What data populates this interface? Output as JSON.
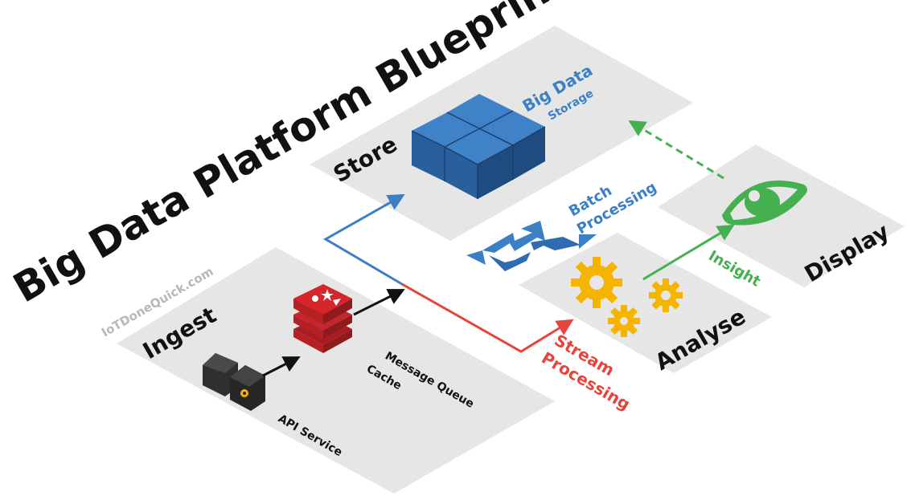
{
  "title": "Big Data Platform Blueprint",
  "watermark": "IoTDoneQuick.com",
  "zones": {
    "ingest": "Ingest",
    "store": "Store",
    "analyse": "Analyse",
    "display": "Display"
  },
  "components": {
    "api_service": "API Service",
    "message_queue_line1": "Message Queue",
    "message_queue_line2": "Cache",
    "big_data_line1": "Big Data",
    "big_data_line2": "Storage"
  },
  "flows": {
    "batch_line1": "Batch",
    "batch_line2": "Processing",
    "stream_line1": "Stream",
    "stream_line2": "Processing",
    "insight": "Insight"
  },
  "colors": {
    "zone_fill": "#e6e6e6",
    "blue": "#3b7fc4",
    "red": "#e5453b",
    "green": "#45b050",
    "gear": "#f4b400",
    "cube": "#2e6bb0",
    "queue": "#d6262b",
    "text_dark": "#111111",
    "watermark": "#b8b8b8"
  }
}
